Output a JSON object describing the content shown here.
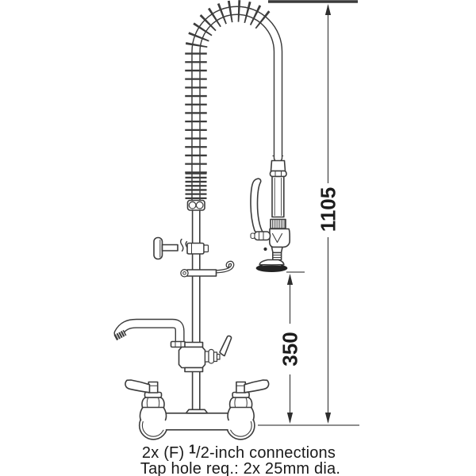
{
  "figure": {
    "type": "technical-line-drawing",
    "subject": "pre-rinse spray faucet unit with add-on swing spout, wall mounted mixer",
    "colors": {
      "line": "#3c3c3c",
      "dimension_line": "#4a4a4a",
      "text": "#1a1a1a",
      "dark_fill": "#232323",
      "background": "#ffffff"
    },
    "dimensions": {
      "overall_height": {
        "label": "1105"
      },
      "spray_clearance": {
        "label": "350"
      }
    },
    "notes": {
      "line1_prefix": "2x (F) ",
      "line1_sup": "1",
      "line1_rest": "/2-inch connections",
      "line2": "Tap hole req.: 2x 25mm dia."
    }
  }
}
